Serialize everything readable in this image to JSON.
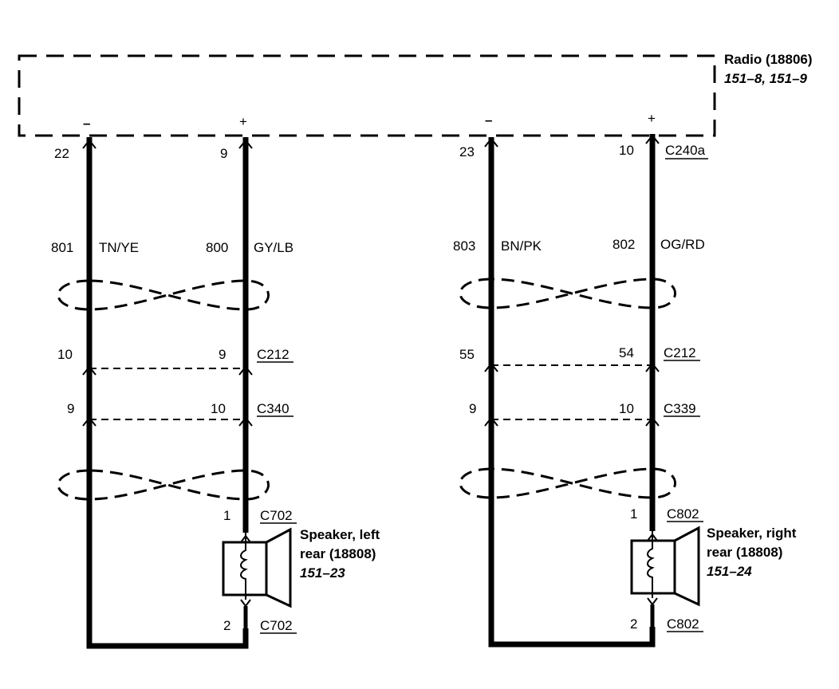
{
  "radio": {
    "title": "Radio (18806)",
    "ref": "151–8, 151–9"
  },
  "pin_signs": {
    "minus": "–",
    "plus": "+"
  },
  "left": {
    "radio_pin_minus": "22",
    "radio_pin_plus": "9",
    "circuit_minus": "801",
    "color_minus": "TN/YE",
    "circuit_plus": "800",
    "color_plus": "GY/LB",
    "c212_pin_minus": "10",
    "c212_pin_plus": "9",
    "c212_label": "C212",
    "c340_pin_minus": "9",
    "c340_pin_plus": "10",
    "c340_label": "C340",
    "spk_pin_top": "1",
    "spk_conn_top": "C702",
    "spk_pin_bottom": "2",
    "spk_conn_bottom": "C702",
    "speaker_line1": "Speaker, left",
    "speaker_line2": "rear (18808)",
    "speaker_ref": "151–23"
  },
  "right": {
    "radio_pin_minus": "23",
    "radio_pin_plus": "10",
    "radio_conn": "C240a",
    "circuit_minus": "803",
    "color_minus": "BN/PK",
    "circuit_plus": "802",
    "color_plus": "OG/RD",
    "c212_pin_minus": "55",
    "c212_pin_plus": "54",
    "c212_label": "C212",
    "c339_pin_minus": "9",
    "c339_pin_plus": "10",
    "c339_label": "C339",
    "spk_pin_top": "1",
    "spk_conn_top": "C802",
    "spk_pin_bottom": "2",
    "spk_conn_bottom": "C802",
    "speaker_line1": "Speaker, right",
    "speaker_line2": "rear (18808)",
    "speaker_ref": "151–24"
  }
}
